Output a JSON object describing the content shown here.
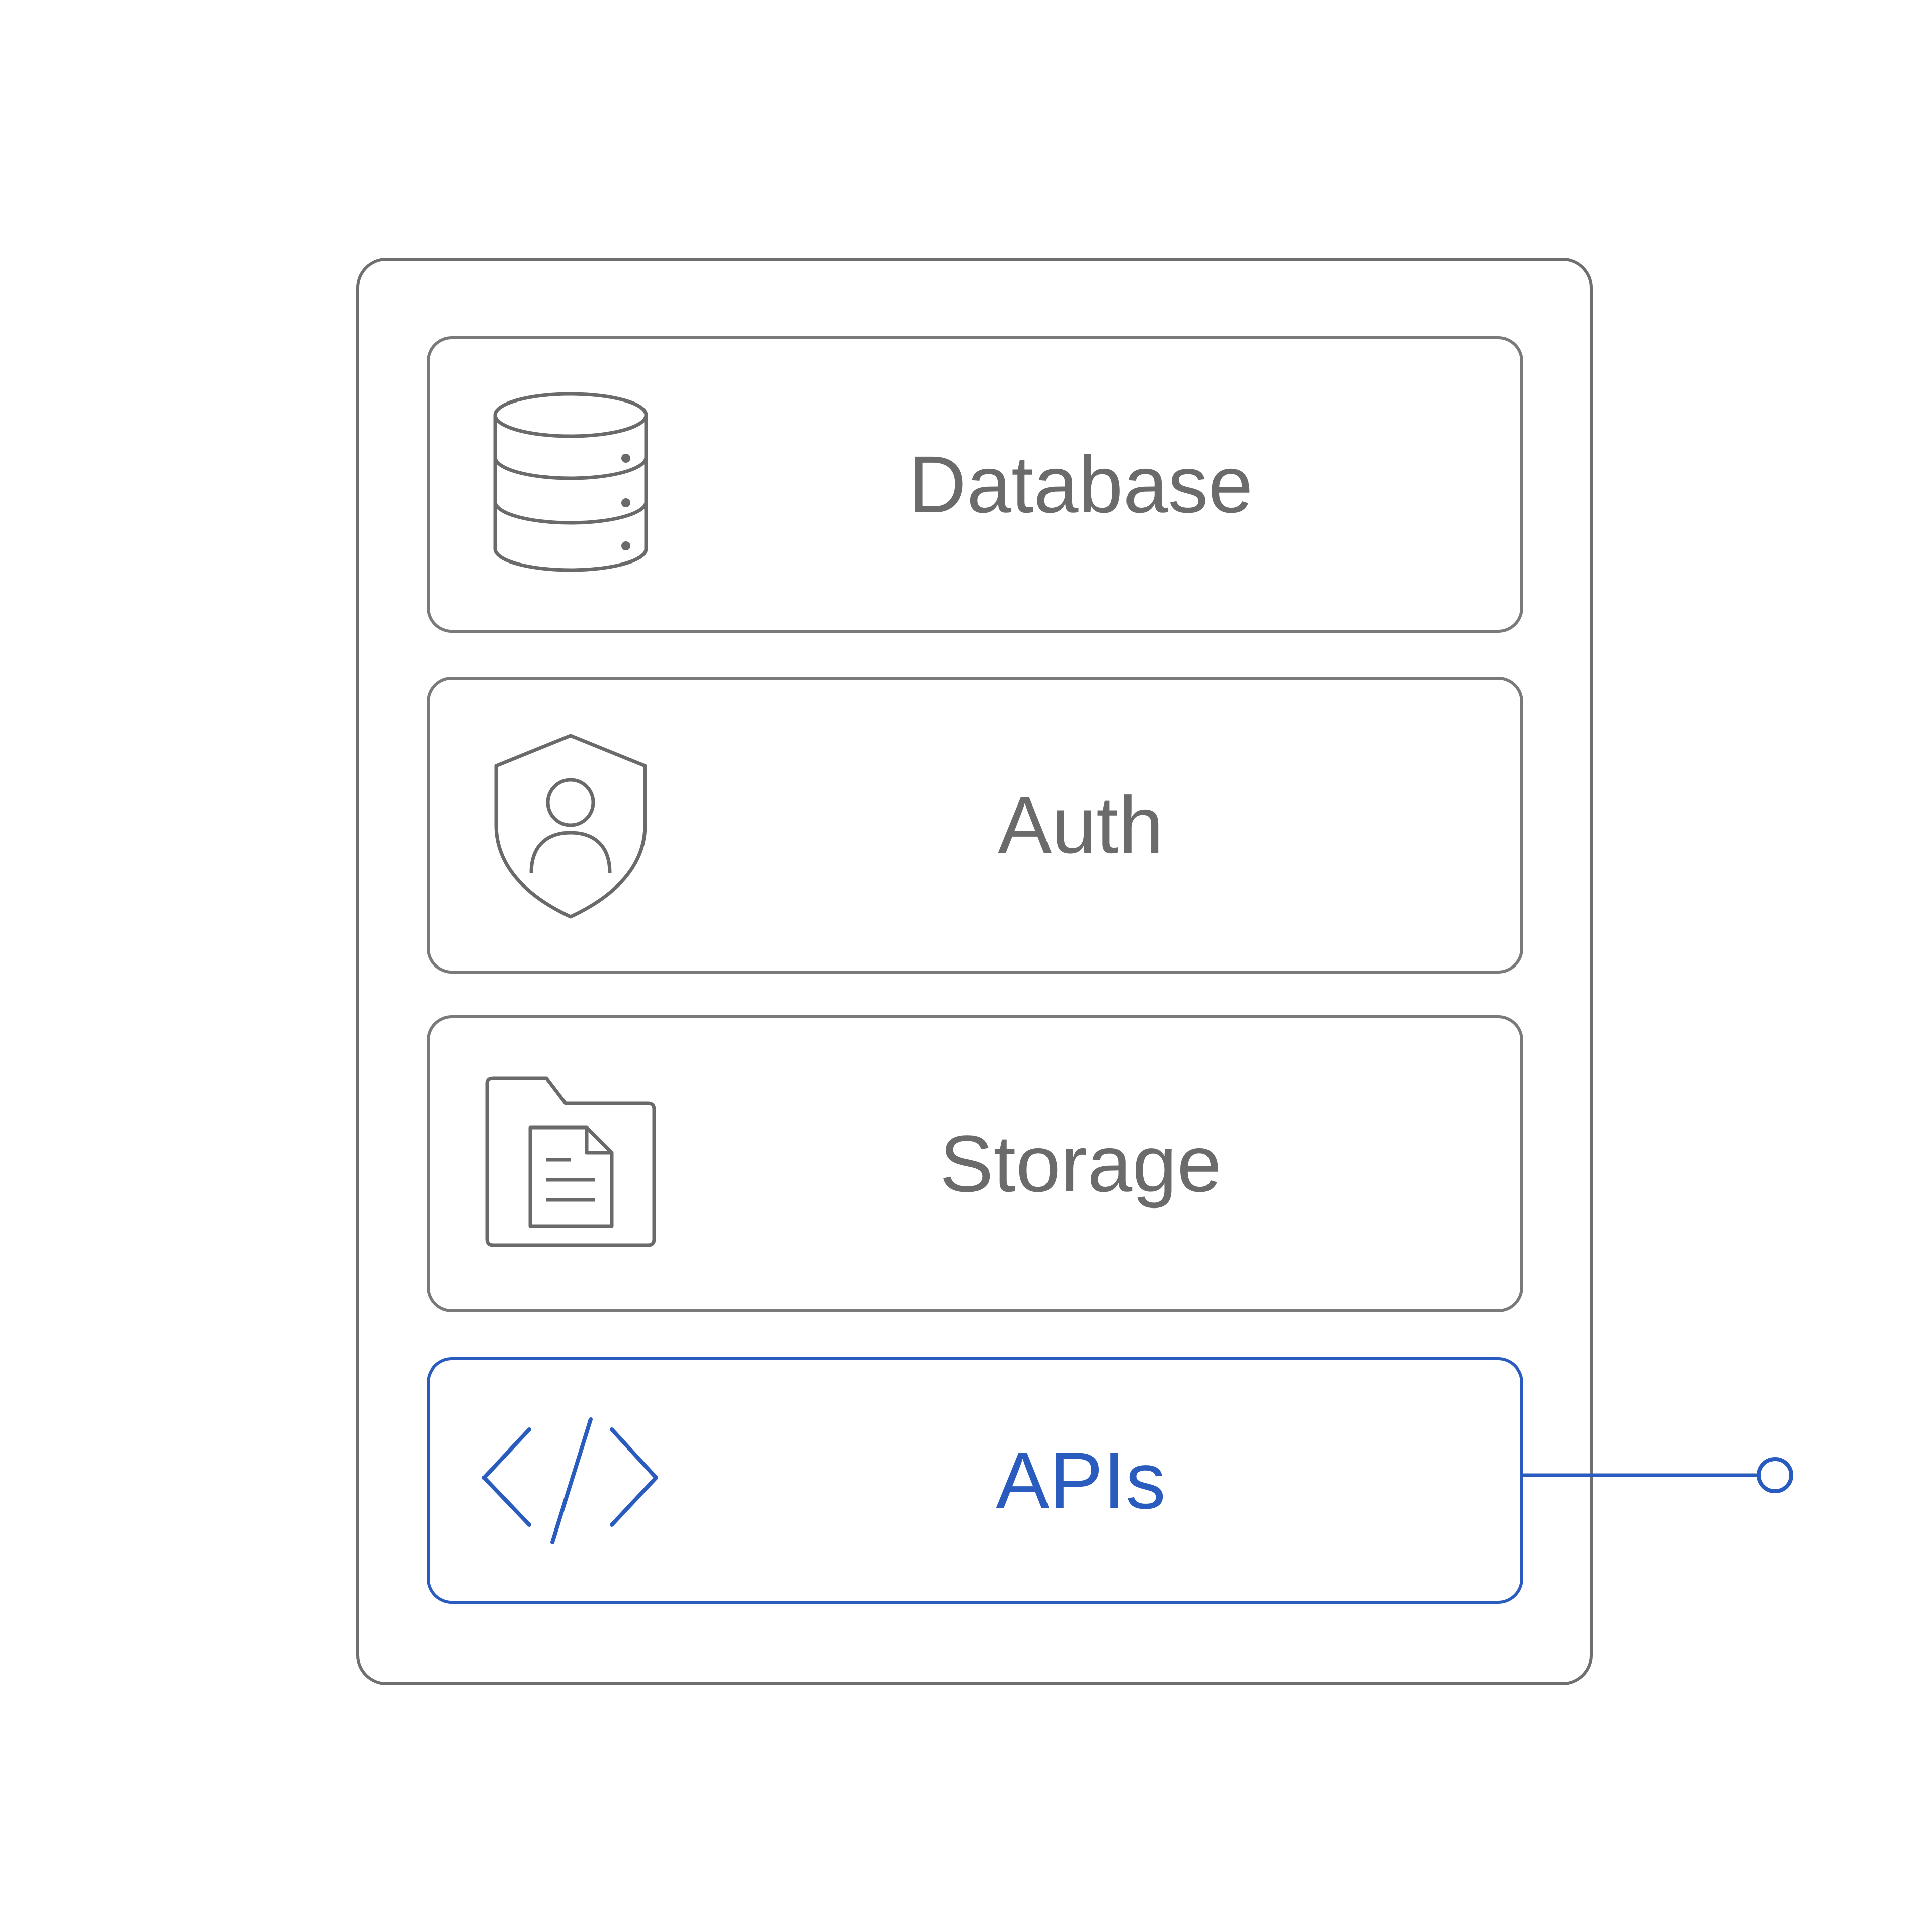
{
  "layers": [
    {
      "label": "Database",
      "icon": "database-icon"
    },
    {
      "label": "Auth",
      "icon": "shield-user-icon"
    },
    {
      "label": "Storage",
      "icon": "folder-document-icon"
    },
    {
      "label": "APIs",
      "icon": "code-brackets-icon",
      "highlighted": true
    }
  ],
  "colors": {
    "neutral_stroke": "#6f6f6f",
    "neutral_text": "#6b6b6b",
    "accent": "#2a5cbf"
  }
}
